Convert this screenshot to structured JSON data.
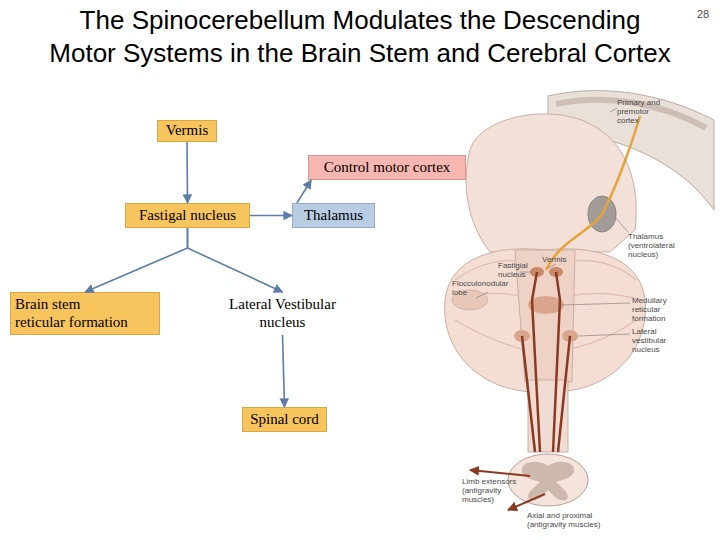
{
  "diagram": {
    "title": "The Spinocerebellum Modulates the Descending Motor Systems in the Brain Stem and Cerebral Cortex",
    "nodes": [
      {
        "text": [
          "Vermis"
        ]
      },
      {
        "text": [
          "Control motor cortex"
        ]
      },
      {
        "text": [
          "Fastigal nucleus"
        ]
      },
      {
        "text": [
          "Thalamus"
        ]
      },
      {
        "text": [
          "Brain stem reticular formation"
        ]
      },
      {
        "text": [
          "Lateral Vestibular nucleus"
        ]
      },
      {
        "text": [
          "Spinal cord"
        ]
      }
    ],
    "edges": [
      {
        "from": 0,
        "to": 2,
        "arrow": "to"
      },
      {
        "from": 2,
        "to": 3,
        "arrow": "to"
      },
      {
        "from": 3,
        "to": 1,
        "arrow": "to"
      },
      {
        "from": 2,
        "to": 4,
        "arrow": "to"
      },
      {
        "from": 2,
        "to": 5,
        "arrow": "to"
      },
      {
        "from": 5,
        "to": 6,
        "arrow": "to"
      }
    ],
    "labels": [
      "28",
      "Primary and premotor cortex",
      "Thalamus (ventrolateral nucleus)",
      "Vermis",
      "Fastigial nucleus",
      "Flocculonodular lobe",
      "Medullary reticular formation",
      "Lateral vestibular nucleus",
      "Limb extensors (antigravity muscles)",
      "Axial and proximal (antigravity muscles)"
    ]
  }
}
